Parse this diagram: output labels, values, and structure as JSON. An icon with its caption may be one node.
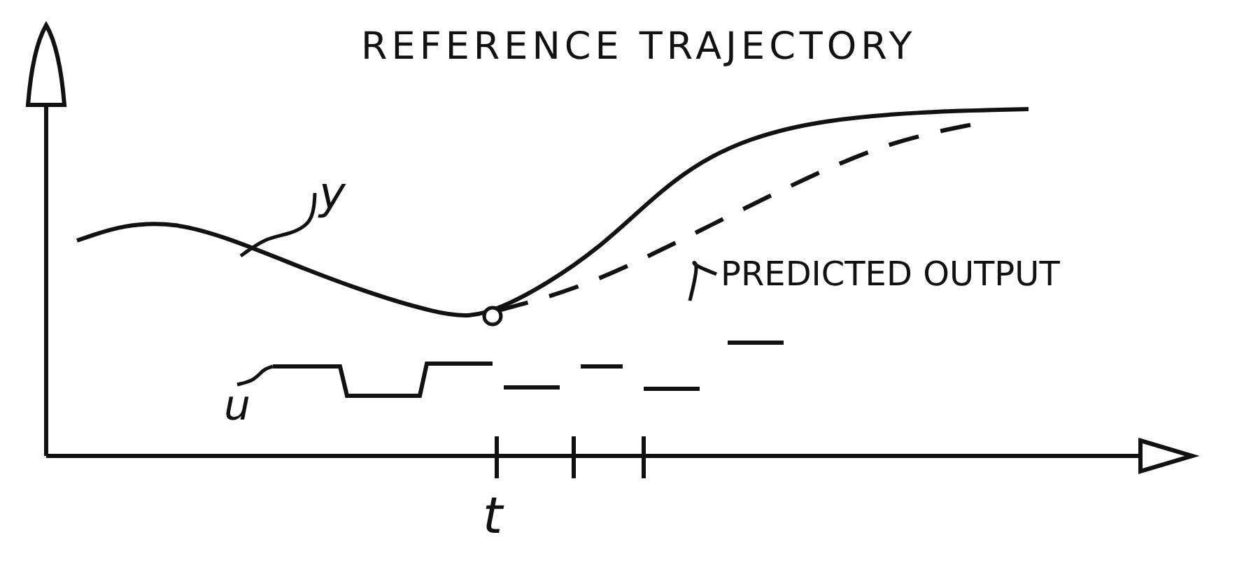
{
  "diagram": {
    "nodes": [
      {
        "text": [
          "y"
        ]
      },
      {
        "text": [
          "PREDICTED OUTPUT"
        ]
      },
      {
        "text": [
          "u"
        ]
      },
      {
        "text": [],
        "shape": "line"
      }
    ],
    "edges": [
      {
        "from": 0,
        "to": null,
        "arrow": "none"
      },
      {
        "from": 1,
        "to": null,
        "arrow": "none"
      },
      {
        "from": 2,
        "to": 3,
        "arrow": "none"
      }
    ],
    "labels": [
      "REFERENCE TRAJECTORY",
      "t"
    ]
  }
}
